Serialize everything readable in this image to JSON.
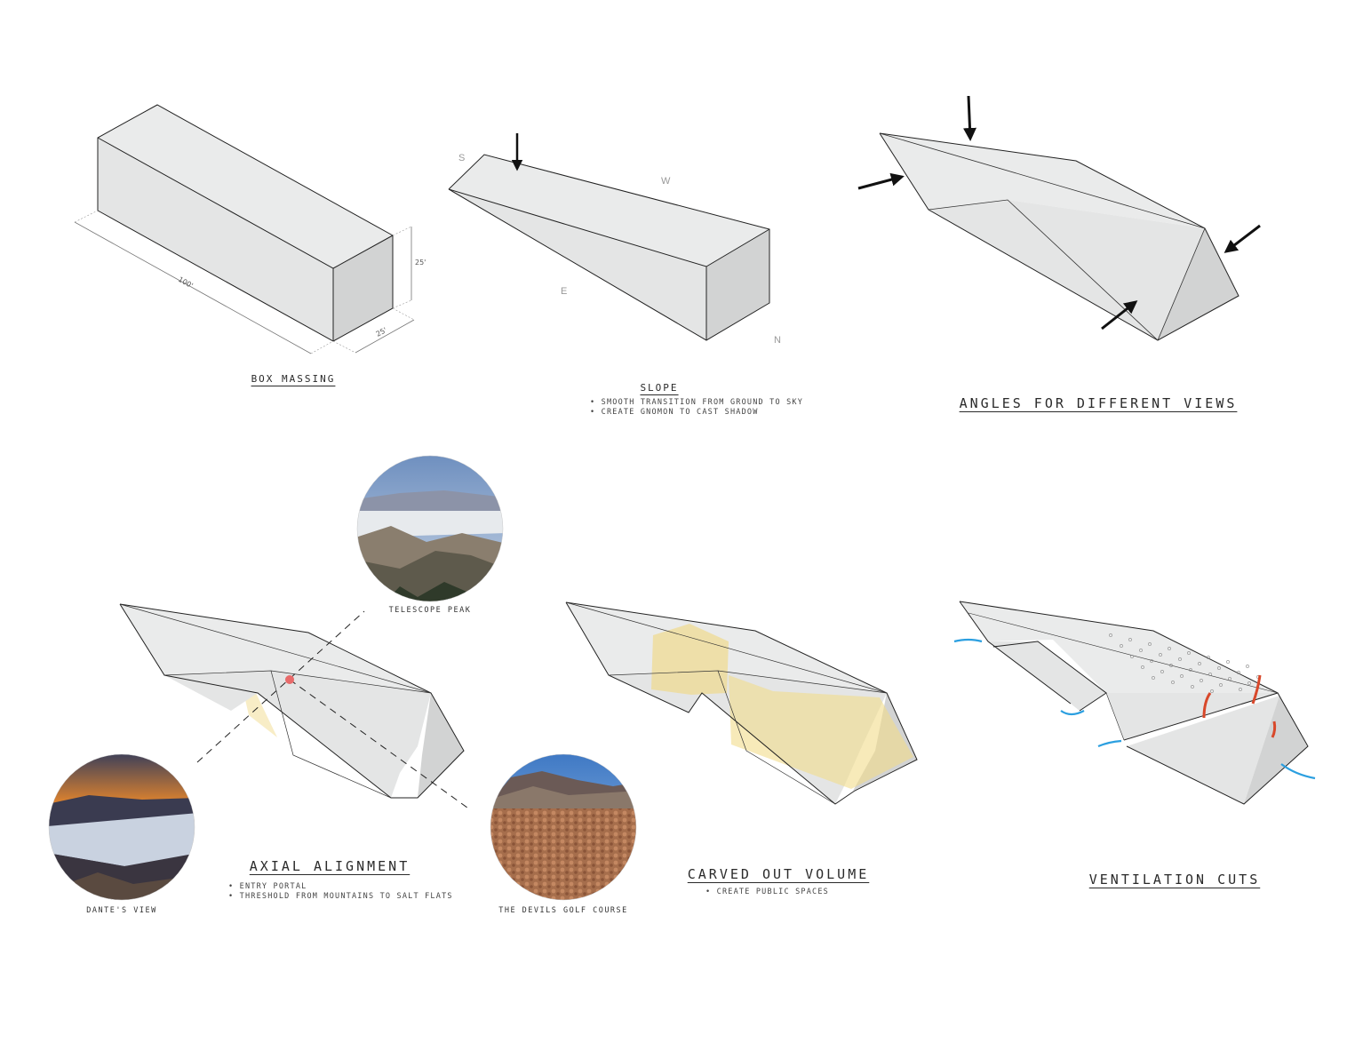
{
  "diagrams": {
    "box": {
      "title": "BOX MASSING",
      "dims": {
        "length": "100'",
        "height": "25'",
        "width": "25'"
      }
    },
    "slope": {
      "title": "SLOPE",
      "compass": {
        "s": "S",
        "w": "W",
        "e": "E",
        "n": "N"
      },
      "bullets": [
        "SMOOTH TRANSITION FROM GROUND TO SKY",
        "CREATE GNOMON TO CAST SHADOW"
      ]
    },
    "angles": {
      "title": "ANGLES FOR DIFFERENT VIEWS"
    },
    "axial": {
      "title": "AXIAL ALIGNMENT",
      "bullets": [
        "ENTRY PORTAL",
        "THRESHOLD FROM MOUNTAINS TO SALT FLATS"
      ],
      "photos": {
        "telescope": "TELESCOPE PEAK",
        "dantes": "DANTE'S VIEW",
        "devils": "THE DEVILS GOLF COURSE"
      }
    },
    "carved": {
      "title": "CARVED OUT VOLUME",
      "bullets": [
        "CREATE PUBLIC SPACES"
      ]
    },
    "ventilation": {
      "title": "VENTILATION CUTS"
    }
  },
  "colors": {
    "volume_fill": "#f2dc8a",
    "marker": "#e86a6a",
    "cool_air": "#2b9fe0",
    "warm_air": "#d8482a"
  }
}
